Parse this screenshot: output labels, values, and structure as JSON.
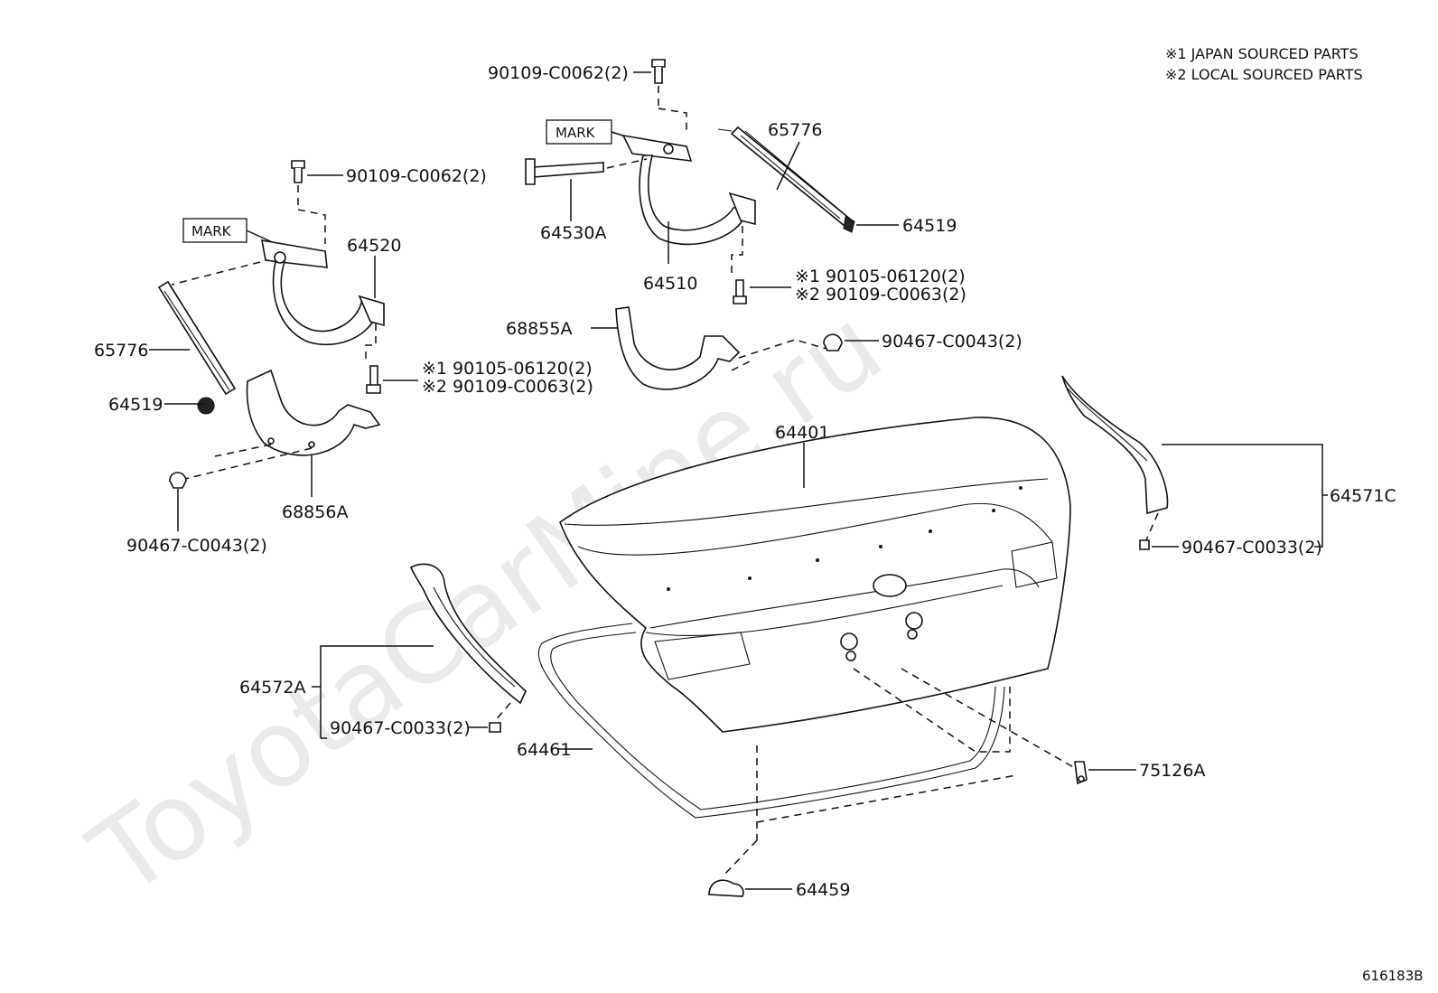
{
  "watermark": "ToyotaCarMine.ru",
  "notes": [
    "※1 JAPAN SOURCED PARTS",
    "※2 LOCAL SOURCED PARTS"
  ],
  "diagram_code": "616183B",
  "mark_label": "MARK",
  "labels": {
    "bolt_top_right": "90109-C0062(2)",
    "bolt_top_left": "90109-C0062(2)",
    "spring_right": "65776",
    "spring_left": "65776",
    "grommet_right": "64519",
    "grommet_left": "64519",
    "stay_rod": "64530A",
    "hinge_right": "64510",
    "hinge_left": "64520",
    "bolt_right_1": "※1  90105-06120(2)",
    "bolt_right_2": "※2  90109-C0063(2)",
    "bolt_left_1": "※1  90105-06120(2)",
    "bolt_left_2": "※2  90109-C0063(2)",
    "cover_right": "68855A",
    "cover_left": "68856A",
    "clip_right": "90467-C0043(2)",
    "clip_left": "90467-C0043(2)",
    "luggage_lid": "64401",
    "trim_right": "64571C",
    "clip_trim_right": "90467-C0033(2)",
    "trim_left": "64572A",
    "clip_trim_left": "90467-C0033(2)",
    "weatherstrip": "64461",
    "bracket": "75126A",
    "cushion": "64459"
  }
}
